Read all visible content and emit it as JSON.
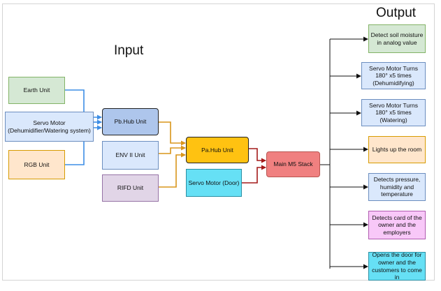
{
  "headings": {
    "input": "Input",
    "output": "Output"
  },
  "inputs": {
    "earth": "Earth Unit",
    "servo_dw": "Servo Motor (Dehumidifier/Watering system)",
    "rgb": "RGB Unit"
  },
  "hubs": {
    "pb_hub": "Pb.Hub Unit",
    "env": "ENV II Unit",
    "rifd": "RIFD Unit",
    "pa_hub": "Pa.Hub Unit",
    "servo_door": "Servo Motor (Door)",
    "main": "Main M5 Stack"
  },
  "outputs": [
    "Detect soil moisture in analog value",
    "Servo Motor Turns 180° x5 times (Dehumidifying)",
    "Servo Motor Turns 180° x5 times (Watering)",
    "Lights up the room",
    "Detects pressure, humidity and temperature",
    "Detects card of the owner and the employers",
    "Opens the door for owner and the customers to come in"
  ],
  "colors": {
    "green_fill": "#d5e8d4",
    "green_border": "#82b366",
    "blue_fill": "#dae8fc",
    "blue_border": "#6c8ebf",
    "orange_fill": "#ffe6cc",
    "orange_border": "#d79b00",
    "purple_fill": "#e1d5e7",
    "purple_border": "#9673a6",
    "pink_fill": "#f8c8f8",
    "pink_border": "#b05cb0",
    "cyan_fill": "#66e0f5",
    "cyan_border": "#2a8fa3",
    "pbhub_fill": "#aec6ec",
    "pahub_fill": "#ffc211",
    "main_fill": "#f08080",
    "main_border": "#b85450",
    "arrow_blue": "#3d8ee6",
    "arrow_orange": "#d9951a",
    "arrow_red": "#a31a1a",
    "arrow_black": "#111111"
  }
}
